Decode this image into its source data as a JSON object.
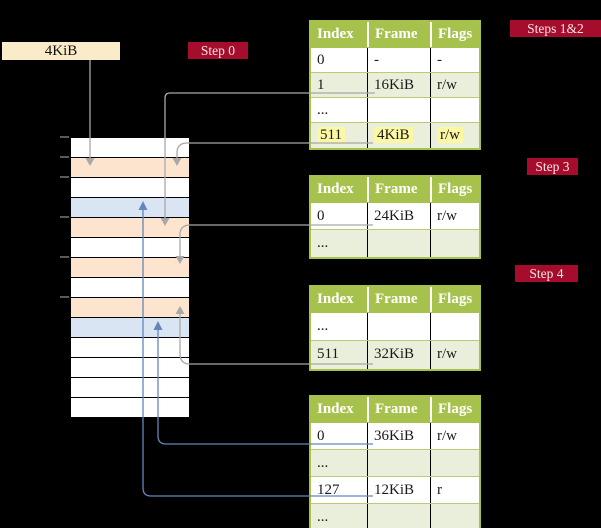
{
  "ptbr_box": {
    "label": "4KiB"
  },
  "badges": {
    "step0": "Step 0",
    "steps12": "Steps 1&2",
    "step3": "Step 3",
    "step4": "Step 4"
  },
  "memory": {
    "row_colors": [
      "white",
      "peach",
      "white",
      "blue",
      "peach",
      "white",
      "peach",
      "white",
      "peach",
      "blue",
      "white",
      "white",
      "white",
      "white"
    ]
  },
  "tables": [
    {
      "id": "steps12",
      "columns": [
        "Index",
        "Frame",
        "Flags"
      ],
      "rows": [
        {
          "cells": [
            "0",
            "-",
            "-"
          ],
          "highlight": false
        },
        {
          "cells": [
            "1",
            "16KiB",
            "r/w"
          ],
          "highlight": false
        },
        {
          "cells": [
            "...",
            "",
            ""
          ],
          "highlight": false
        },
        {
          "cells": [
            "511",
            "4KiB",
            "r/w"
          ],
          "highlight": true
        }
      ]
    },
    {
      "id": "step3",
      "columns": [
        "Index",
        "Frame",
        "Flags"
      ],
      "rows": [
        {
          "cells": [
            "0",
            "24KiB",
            "r/w"
          ],
          "highlight": false
        },
        {
          "cells": [
            "...",
            "",
            ""
          ],
          "highlight": false
        }
      ]
    },
    {
      "id": "step4-upper",
      "columns": [
        "Index",
        "Frame",
        "Flags"
      ],
      "rows": [
        {
          "cells": [
            "...",
            "",
            ""
          ],
          "highlight": false
        },
        {
          "cells": [
            "511",
            "32KiB",
            "r/w"
          ],
          "highlight": false
        }
      ]
    },
    {
      "id": "step4-lower",
      "columns": [
        "Index",
        "Frame",
        "Flags"
      ],
      "rows": [
        {
          "cells": [
            "0",
            "36KiB",
            "r/w"
          ],
          "highlight": false
        },
        {
          "cells": [
            "...",
            "",
            ""
          ],
          "highlight": false
        },
        {
          "cells": [
            "127",
            "12KiB",
            "r"
          ],
          "highlight": false
        },
        {
          "cells": [
            "...",
            "",
            ""
          ],
          "highlight": false
        }
      ]
    }
  ],
  "connections": [
    {
      "from": "4KiB pointer box",
      "to": "memory row 2 (peach)",
      "color": "gray"
    },
    {
      "from": "table steps12 entry 1 / 16KiB",
      "to": "memory row 5 (peach)",
      "color": "gray"
    },
    {
      "from": "table steps12 entry 511 / 4KiB",
      "to": "memory row 2 (peach)",
      "color": "gray"
    },
    {
      "from": "table step3 entry 0 / 24KiB",
      "to": "memory row 7 (peach)",
      "color": "gray"
    },
    {
      "from": "table step4-upper entry 511 / 32KiB",
      "to": "memory row 9 (peach)",
      "color": "gray"
    },
    {
      "from": "table step4-lower entry 0 / 36KiB",
      "to": "memory row 10 (blue)",
      "color": "blue"
    },
    {
      "from": "table step4-lower entry 127 / 12KiB",
      "to": "memory row 4 (blue)",
      "color": "blue"
    }
  ],
  "colors": {
    "background": "#000000",
    "header_green": "#a7c24c",
    "row_light_green": "#e9efda",
    "highlight_yellow": "#fbf7a3",
    "memory_peach": "#fce4ce",
    "memory_blue": "#d9e5f3",
    "badge_crimson": "#a60d2c",
    "ptbr_cream": "#faecc9",
    "gray_line": "#a8a8a8",
    "blue_line": "#6486ba"
  }
}
